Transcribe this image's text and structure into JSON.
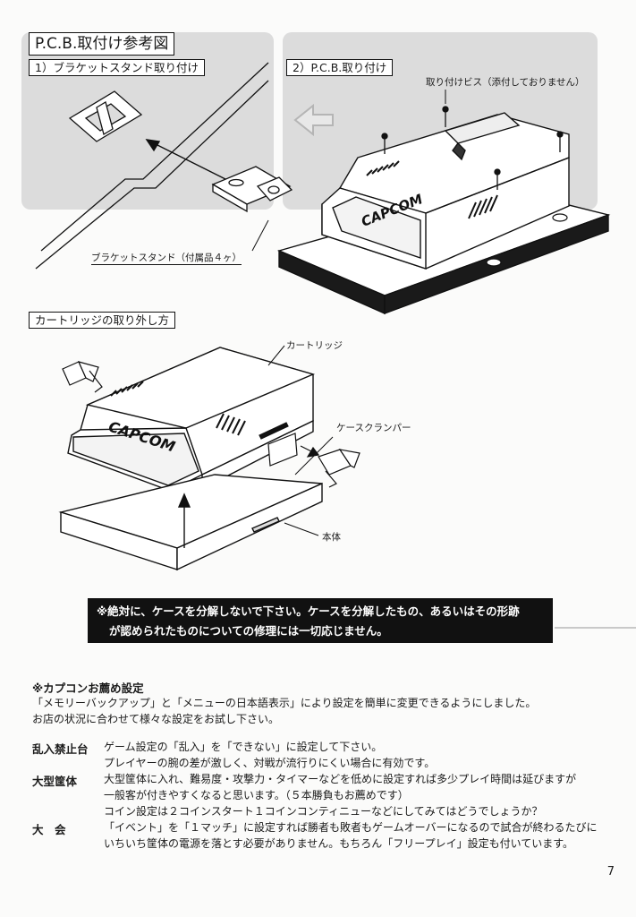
{
  "pcb": {
    "title": "P.C.B.取付け参考図",
    "step1": "1）ブラケットスタンド取り付け",
    "step2": "2）P.C.B.取り付け",
    "screws_label": "取り付けビス（添付しておりません）",
    "bracket_label": "ブラケットスタンド（付属品４ヶ）",
    "logo": "CAPCOM"
  },
  "removal": {
    "title": "カートリッジの取り外し方",
    "cartridge_label": "カートリッジ",
    "clamper_label": "ケースクランパー",
    "body_label": "本体",
    "logo": "CAPCOM"
  },
  "warning": {
    "line1": "※絶対に、ケースを分解しないで下さい。ケースを分解したもの、あるいはその形跡",
    "line2": "が認められたものについての修理には一切応じません。"
  },
  "recommend": {
    "title": "※カプコンお薦め設定",
    "intro1": "「メモリーバックアップ」と「メニューの日本語表示」により設定を簡単に変更できるようにしました。",
    "intro2": "お店の状況に合わせて様々な設定をお試し下さい。",
    "items": [
      {
        "term": "乱入禁止台",
        "lines": [
          "ゲーム設定の「乱入」を「できない」に設定して下さい。",
          "プレイヤーの腕の差が激しく、対戦が流行りにくい場合に有効です。"
        ]
      },
      {
        "term": "大型筐体",
        "lines": [
          "大型筐体に入れ、難易度・攻撃力・タイマーなどを低めに設定すれば多少プレイ時間は延びますが",
          "一般客が付きやすくなると思います。（５本勝負もお薦めです）",
          "コイン設定は２コインスタート１コインコンティニューなどにしてみてはどうでしょうか？"
        ]
      },
      {
        "term": "大　会",
        "lines": [
          "「イベント」を「１マッチ」に設定すれば勝者も敗者もゲームオーバーになるので試合が終わるたびに",
          "いちいち筐体の電源を落とす必要がありません。もちろん「フリープレイ」設定も付いています。"
        ]
      }
    ]
  },
  "page_number": "7"
}
